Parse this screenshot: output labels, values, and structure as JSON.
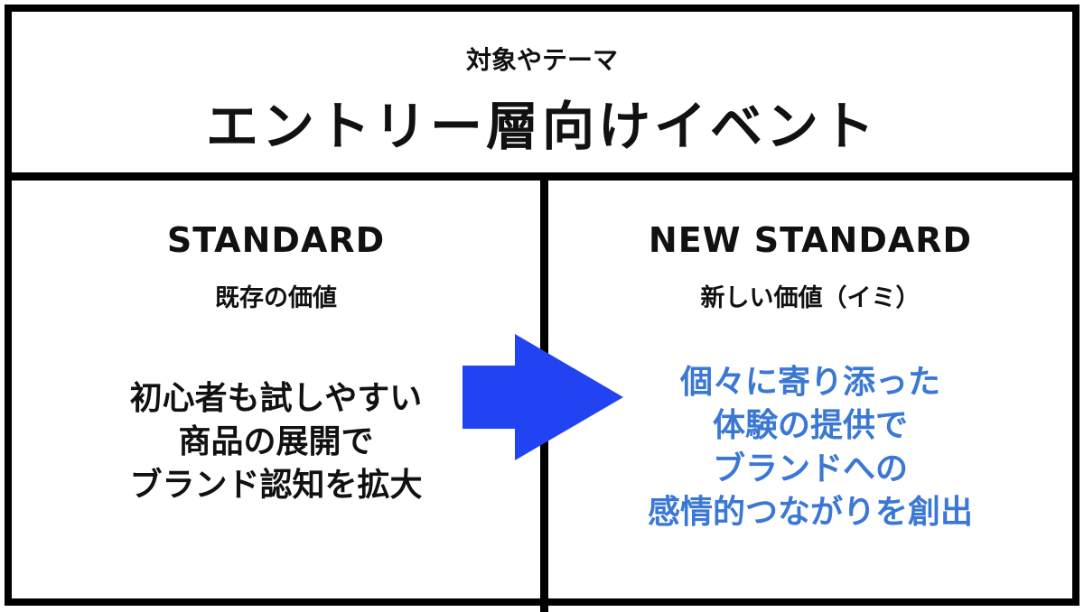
{
  "header": {
    "subtitle": "対象やテーマ",
    "title": "エントリー層向けイベント"
  },
  "left": {
    "label": "STANDARD",
    "sub": "既存の価値",
    "lines": [
      "初心者も試しやすい",
      "商品の展開で",
      "ブランド認知を拡大"
    ]
  },
  "right": {
    "label": "NEW STANDARD",
    "sub": "新しい価値（イミ）",
    "lines": [
      "個々に寄り添った",
      "体験の提供で",
      "ブランドへの",
      "感情的つながりを創出"
    ]
  },
  "colors": {
    "border": "#000000",
    "arrow": "#2143f2",
    "highlight_text": "#3a78d4"
  },
  "icons": {
    "arrow": "arrow-right-icon"
  }
}
